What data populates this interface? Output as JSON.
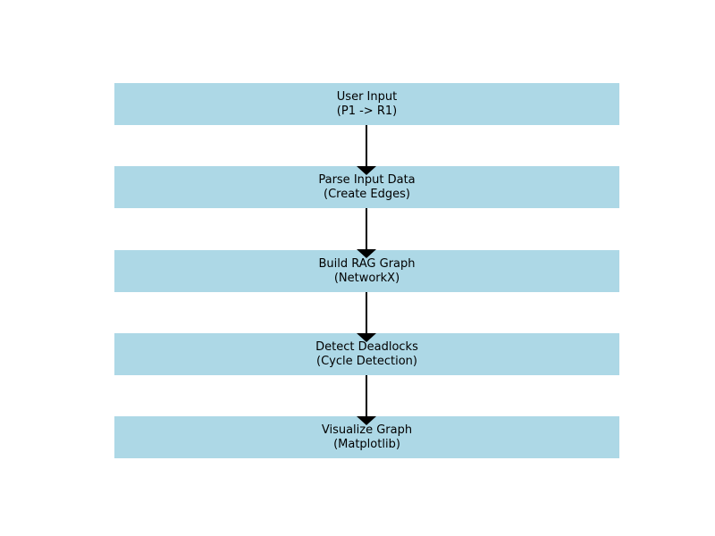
{
  "diagram": {
    "type": "flowchart",
    "direction": "top-to-bottom",
    "box_color": "#add8e6",
    "arrow_color": "#000000",
    "nodes": [
      {
        "line1": "User Input",
        "line2": "(P1 -> R1)"
      },
      {
        "line1": "Parse Input Data",
        "line2": "(Create Edges)"
      },
      {
        "line1": "Build RAG Graph",
        "line2": "(NetworkX)"
      },
      {
        "line1": "Detect Deadlocks",
        "line2": "(Cycle Detection)"
      },
      {
        "line1": "Visualize Graph",
        "line2": "(Matplotlib)"
      }
    ],
    "edges": [
      {
        "from": "User Input",
        "to": "Parse Input Data"
      },
      {
        "from": "Parse Input Data",
        "to": "Build RAG Graph"
      },
      {
        "from": "Build RAG Graph",
        "to": "Detect Deadlocks"
      },
      {
        "from": "Detect Deadlocks",
        "to": "Visualize Graph"
      }
    ]
  }
}
